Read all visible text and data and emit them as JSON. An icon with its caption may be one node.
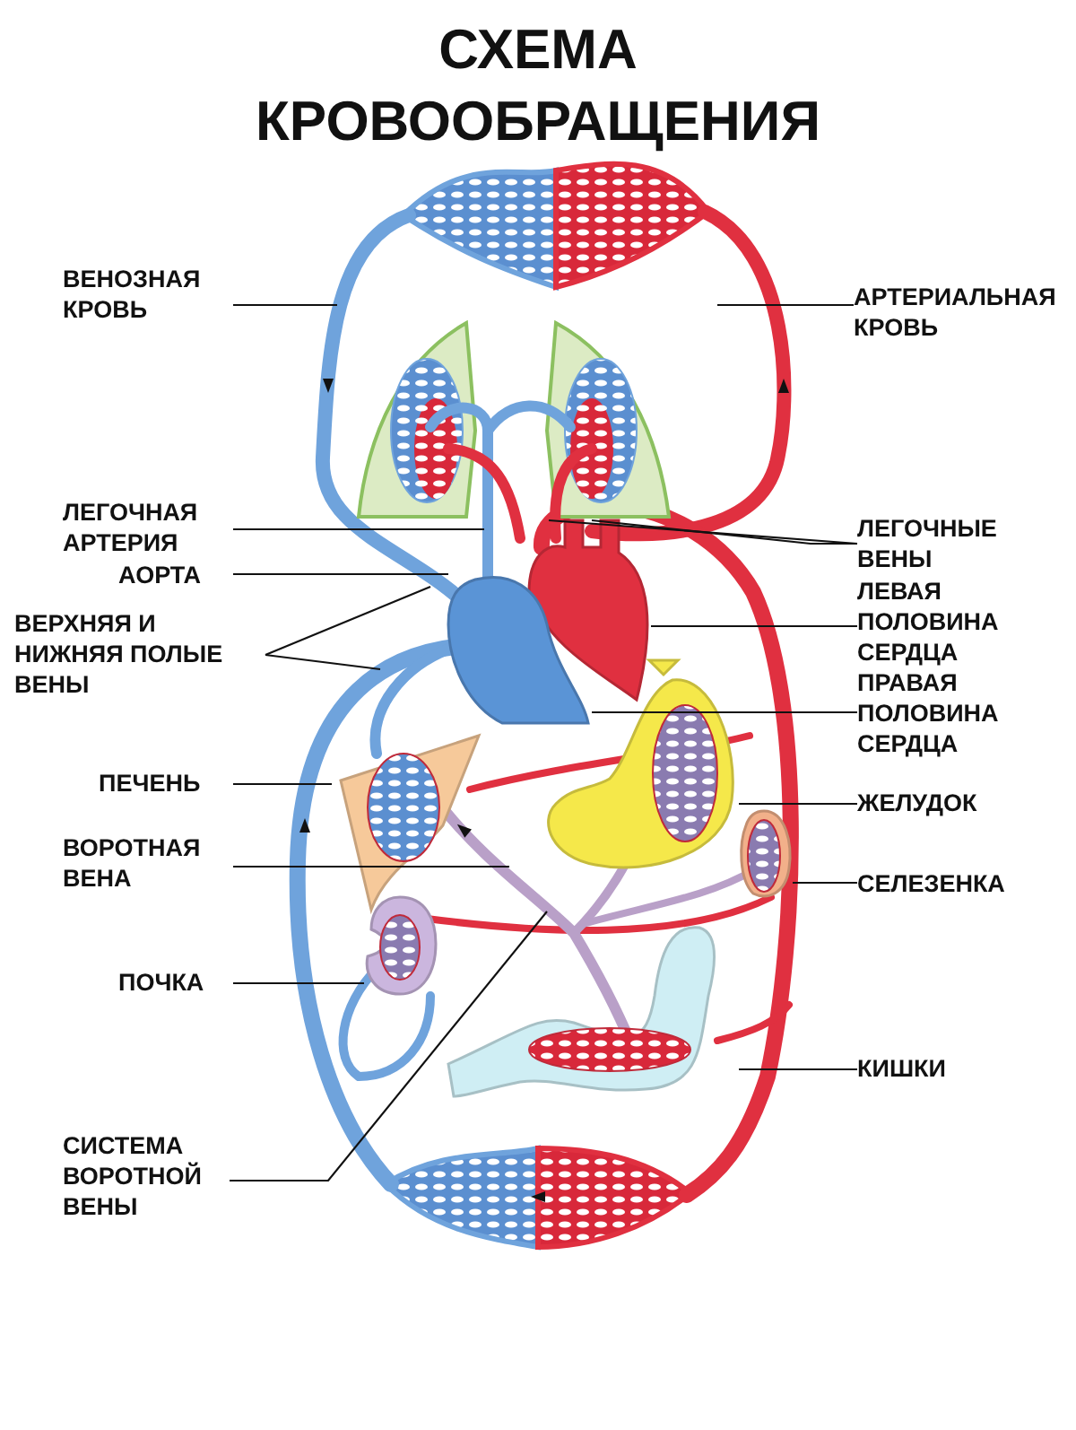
{
  "diagram": {
    "title": "СХЕМА КРОВООБРАЩЕНИЯ",
    "nodes": [
      {
        "text": [
          "ВЕНОЗНАЯ КРОВЬ"
        ]
      },
      {
        "text": [
          "АРТЕРИАЛЬНАЯ КРОВЬ"
        ]
      },
      {
        "text": [
          "ЛЕГОЧНАЯ АРТЕРИЯ"
        ]
      },
      {
        "text": [
          "ЛЕГОЧНЫЕ ВЕНЫ"
        ]
      },
      {
        "text": [
          "АОРТА"
        ]
      },
      {
        "text": [
          "ЛЕВАЯ ПОЛОВИНА СЕРДЦА"
        ]
      },
      {
        "text": [
          "ВЕРХНЯЯ И НИЖНЯЯ ПОЛЫЕ ВЕНЫ"
        ]
      },
      {
        "text": [
          "ПРАВАЯ ПОЛОВИНА СЕРДЦА"
        ]
      },
      {
        "text": [
          "ПЕЧЕНЬ"
        ]
      },
      {
        "text": [
          "ЖЕЛУДОК"
        ]
      },
      {
        "text": [
          "ВОРОТНАЯ ВЕНА"
        ]
      },
      {
        "text": [
          "СЕЛЕЗЕНКА"
        ]
      },
      {
        "text": [
          "ПОЧКА"
        ]
      },
      {
        "text": [
          "КИШКИ"
        ]
      },
      {
        "text": [
          "СИСТЕМА ВОРОТНОЙ ВЕНЫ"
        ]
      },
      {
        "text": [],
        "shape": "picture"
      },
      {
        "text": [],
        "shape": "picture"
      },
      {
        "text": [],
        "shape": "picture"
      },
      {
        "text": [],
        "shape": "picture"
      },
      {
        "text": [],
        "shape": "picture"
      },
      {
        "text": [],
        "shape": "picture"
      },
      {
        "text": [],
        "shape": "picture"
      }
    ],
    "edges": [
      {
        "from": 0,
        "to": null,
        "arrow": "none"
      },
      {
        "from": 1,
        "to": null,
        "arrow": "none"
      },
      {
        "from": 2,
        "to": null,
        "arrow": "none"
      },
      {
        "from": 3,
        "to": 15,
        "arrow": "none"
      },
      {
        "from": 3,
        "to": 15,
        "arrow": "none"
      },
      {
        "from": 4,
        "to": 16,
        "arrow": "none"
      },
      {
        "from": 5,
        "to": 15,
        "arrow": "none"
      },
      {
        "from": 6,
        "to": null,
        "arrow": "none"
      },
      {
        "from": 6,
        "to": null,
        "arrow": "none"
      },
      {
        "from": 7,
        "to": 16,
        "arrow": "none"
      },
      {
        "from": 8,
        "to": 17,
        "arrow": "none"
      },
      {
        "from": 9,
        "to": 18,
        "arrow": "none"
      },
      {
        "from": 10,
        "to": null,
        "arrow": "none"
      },
      {
        "from": 11,
        "to": 19,
        "arrow": "none"
      },
      {
        "from": 12,
        "to": 20,
        "arrow": "none"
      },
      {
        "from": 13,
        "to": 21,
        "arrow": "none"
      },
      {
        "from": 14,
        "to": null,
        "arrow": "none"
      }
    ]
  }
}
